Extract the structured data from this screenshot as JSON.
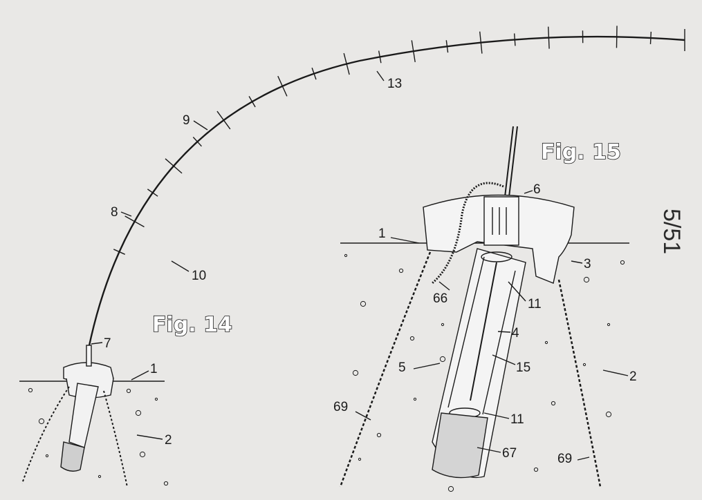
{
  "figures": {
    "fig14": {
      "title": "Fig. 14"
    },
    "fig15": {
      "title": "Fig. 15"
    }
  },
  "sheet_number": "5/51",
  "reference_labels": {
    "fig14": [
      "13",
      "9",
      "8",
      "10",
      "7",
      "1",
      "2"
    ],
    "fig15": [
      "6",
      "1",
      "3",
      "66",
      "11",
      "4",
      "5",
      "15",
      "2",
      "69",
      "11",
      "67",
      "69"
    ]
  },
  "colors": {
    "ink": "#1a1a1a",
    "paper": "#e9e8e6"
  }
}
